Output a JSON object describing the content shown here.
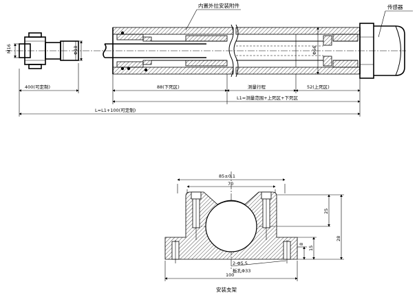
{
  "labels": {
    "inner_wire": "内置外拉安装附件",
    "sensor": "传感器",
    "thread_m16": "M16",
    "dia_18": "Φ18",
    "dia_56": "Φ56",
    "len_400": "400(可定制)",
    "dead_88": "88(下死区)",
    "stroke": "测量行程",
    "dead_52": "52(上死区)",
    "dim_l1": "L1=测量范围+上死区+下死区",
    "dim_l": "L=L1+100(可定制)",
    "width_85": "85±0.1",
    "width_70": "70",
    "h_25": "25",
    "h_28": "28",
    "h_15": "15",
    "h_8": "8",
    "holes": "2-Φ5.5",
    "bore": "板孔Φ33",
    "width_100": "100",
    "bracket_title": "安装支架"
  }
}
